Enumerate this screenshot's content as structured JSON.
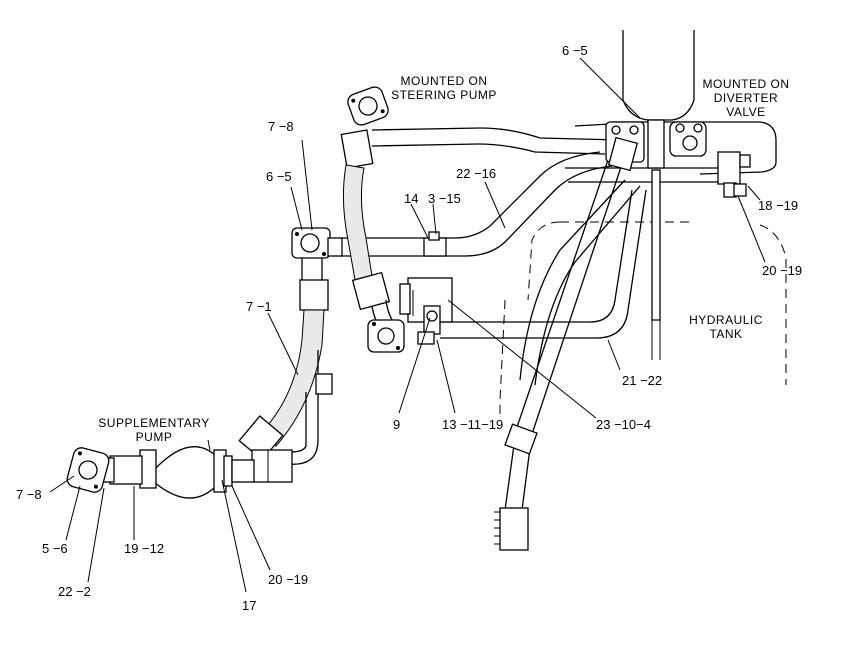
{
  "captions": {
    "steering_pump": [
      "MOUNTED ON",
      "STEERING PUMP"
    ],
    "diverter_valve": [
      "MOUNTED ON",
      "DIVERTER",
      "VALVE"
    ],
    "supplementary_pump": [
      "SUPPLEMENTARY",
      "PUMP"
    ],
    "hydraulic_tank": [
      "HYDRAULIC",
      "TANK"
    ]
  },
  "callouts": {
    "c_6_5_top": "6 −5",
    "c_7_8_top": "7 −8",
    "c_6_5_left": "6 −5",
    "c_14": "14",
    "c_3_15": "3 −15",
    "c_22_16": "22 −16",
    "c_18_19": "18 −19",
    "c_20_19_right": "20 −19",
    "c_7_1": "7 −1",
    "c_9": "9",
    "c_13_11_19": "13 −11−19",
    "c_23_10_4": "23 −10−4",
    "c_21_22": "21 −22",
    "c_7_8_left": "7 −8",
    "c_5_6": "5 −6",
    "c_22_2": "22 −2",
    "c_19_12": "19 −12",
    "c_17": "17",
    "c_20_19_bottom": "20 −19"
  }
}
